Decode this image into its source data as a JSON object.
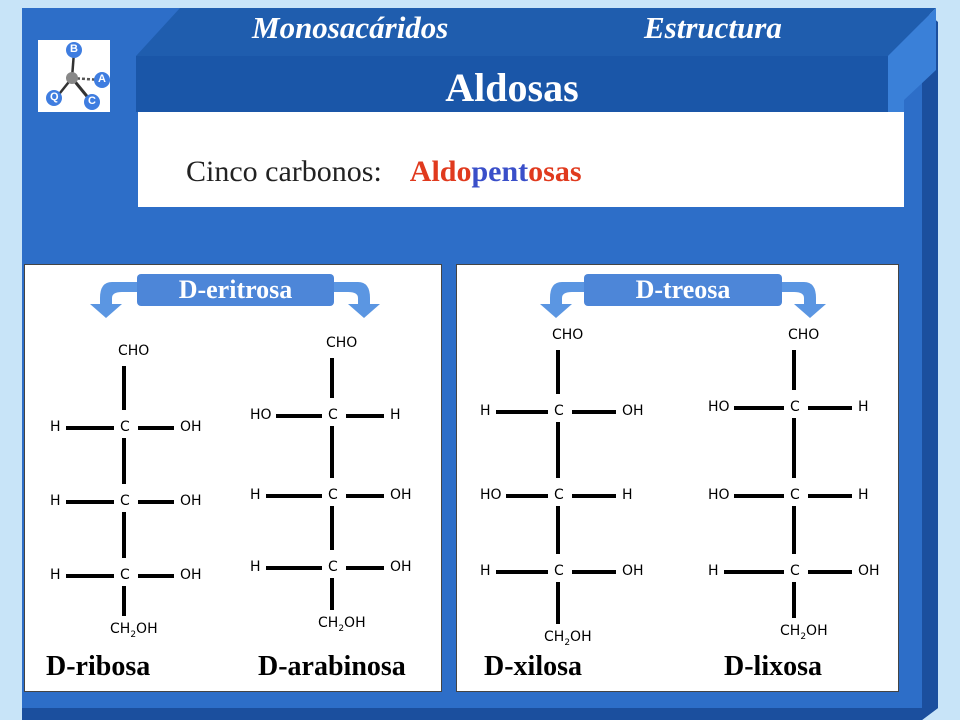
{
  "header": {
    "left_text": "Monosacáridos",
    "right_text": "Estructura",
    "title": "Aldosas"
  },
  "logo": {
    "letters": [
      "B",
      "A",
      "C",
      "Q"
    ]
  },
  "subtitle": {
    "label": "Cinco carbonos:",
    "highlight": {
      "part1": "Aldo",
      "part2": "pent",
      "part3": "osas"
    }
  },
  "panels": [
    {
      "parent_label": "D-eritrosa",
      "molecules": [
        {
          "name": "D-ribosa",
          "rows": [
            [
              "CHO"
            ],
            [
              "H",
              "C",
              "OH"
            ],
            [
              "H",
              "C",
              "OH"
            ],
            [
              "H",
              "C",
              "OH"
            ],
            [
              "CH2OH"
            ]
          ]
        },
        {
          "name": "D-arabinosa",
          "rows": [
            [
              "CHO"
            ],
            [
              "HO",
              "C",
              "H"
            ],
            [
              "H",
              "C",
              "OH"
            ],
            [
              "H",
              "C",
              "OH"
            ],
            [
              "CH2OH"
            ]
          ]
        }
      ]
    },
    {
      "parent_label": "D-treosa",
      "molecules": [
        {
          "name": "D-xilosa",
          "rows": [
            [
              "CHO"
            ],
            [
              "H",
              "C",
              "OH"
            ],
            [
              "HO",
              "C",
              "H"
            ],
            [
              "H",
              "C",
              "OH"
            ],
            [
              "CH2OH"
            ]
          ]
        },
        {
          "name": "D-lixosa",
          "rows": [
            [
              "CHO"
            ],
            [
              "HO",
              "C",
              "H"
            ],
            [
              "HO",
              "C",
              "H"
            ],
            [
              "H",
              "C",
              "OH"
            ],
            [
              "CH2OH"
            ]
          ]
        }
      ]
    }
  ],
  "colors": {
    "frame_blue": "#2d6ec8",
    "header_blue": "#1f5dae",
    "background": "#c8e4f8",
    "pill_blue": "#4d86d8",
    "arrow_blue": "#5b96e2",
    "aldo_red": "#e03a1e",
    "pent_blue": "#3a4fc9",
    "osas_red": "#e03a1e"
  }
}
